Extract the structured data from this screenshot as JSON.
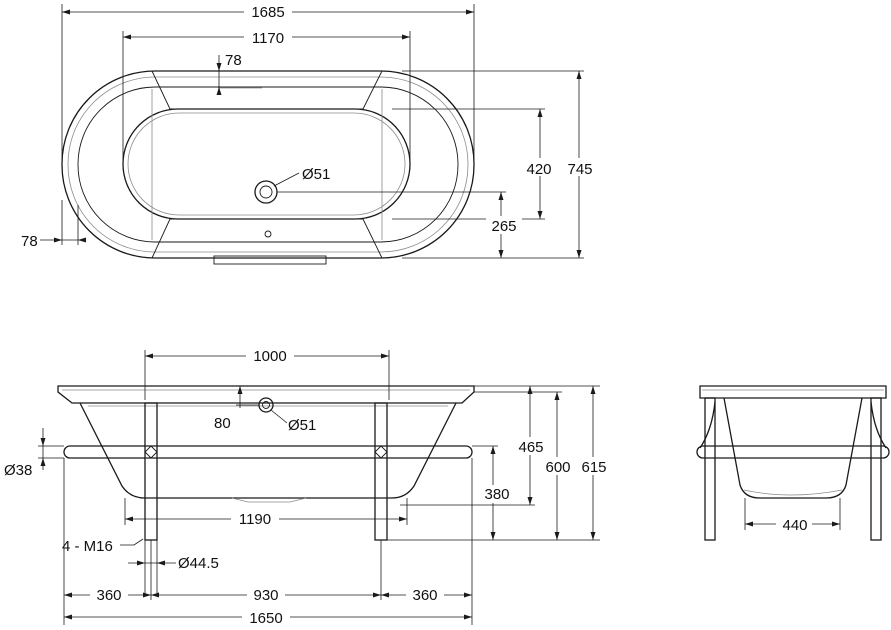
{
  "top_view": {
    "overall_length": "1685",
    "inner_length": "1170",
    "rim_width": "78",
    "side_rim": "78",
    "waste_diameter": "Ø51",
    "inner_width": "420",
    "overall_width": "745",
    "waste_offset": "265"
  },
  "front_view": {
    "leg_span": "1000",
    "waste_depth": "80",
    "waste_diameter": "Ø51",
    "rail_diameter": "Ø38",
    "rim_to_base": "465",
    "height_600": "600",
    "height_615": "615",
    "rail_height": "380",
    "base_length": "1190",
    "thread": "4 - M16",
    "foot_diameter": "Ø44.5",
    "leg_offset_left": "360",
    "leg_spacing": "930",
    "leg_offset_right": "360",
    "overall_length": "1650"
  },
  "side_view": {
    "base_width": "440"
  }
}
